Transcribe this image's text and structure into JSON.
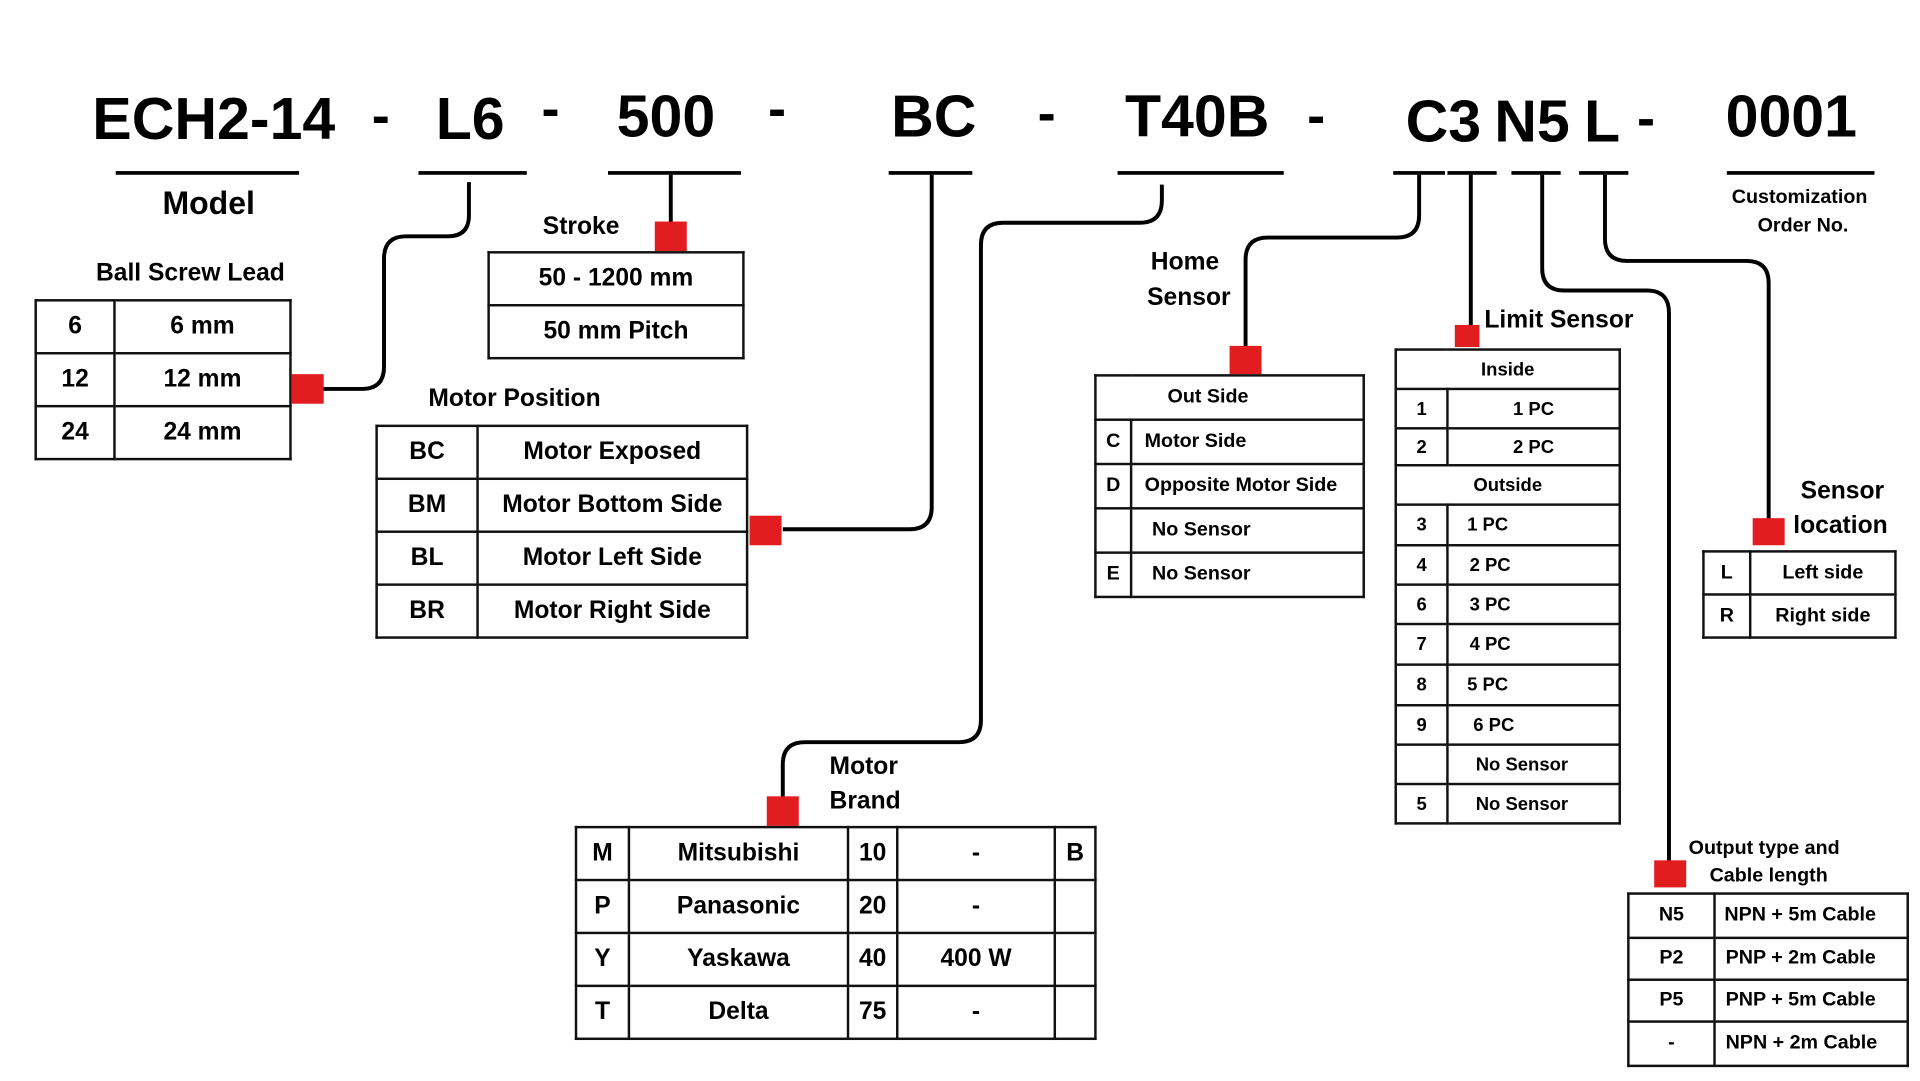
{
  "part_number": {
    "segments": [
      {
        "code": "ECH2-14",
        "label": "Model"
      },
      {
        "code": "L6"
      },
      {
        "code": "500"
      },
      {
        "code": "BC"
      },
      {
        "code": "T40B"
      },
      {
        "code": "C3"
      },
      {
        "code": "N5"
      },
      {
        "code": "L"
      },
      {
        "code": "0001",
        "label": "Customization Order No."
      }
    ],
    "separator": "-",
    "customization_label_line1": "Customization",
    "customization_label_line2": "Order No."
  },
  "ball_screw_lead": {
    "title": "Ball Screw Lead",
    "rows": [
      {
        "code": "6",
        "value": "6 mm"
      },
      {
        "code": "12",
        "value": "12 mm"
      },
      {
        "code": "24",
        "value": "24 mm"
      }
    ]
  },
  "stroke": {
    "title": "Stroke",
    "rows": [
      "50 - 1200 mm",
      "50 mm Pitch"
    ]
  },
  "motor_position": {
    "title": "Motor Position",
    "rows": [
      {
        "code": "BC",
        "value": "Motor Exposed"
      },
      {
        "code": "BM",
        "value": "Motor Bottom Side"
      },
      {
        "code": "BL",
        "value": "Motor Left Side"
      },
      {
        "code": "BR",
        "value": "Motor Right Side"
      }
    ]
  },
  "motor_brand": {
    "title_line1": "Motor",
    "title_line2": "Brand",
    "rows": [
      {
        "code": "M",
        "brand": "Mitsubishi",
        "size": "10",
        "power": "-",
        "brake": "B"
      },
      {
        "code": "P",
        "brand": "Panasonic",
        "size": "20",
        "power": "-",
        "brake": ""
      },
      {
        "code": "Y",
        "brand": "Yaskawa",
        "size": "40",
        "power": "400 W",
        "brake": ""
      },
      {
        "code": "T",
        "brand": "Delta",
        "size": "75",
        "power": "-",
        "brake": ""
      }
    ]
  },
  "home_sensor": {
    "title_line1": "Home",
    "title_line2": "Sensor",
    "header": "Out Side",
    "rows": [
      {
        "code": "C",
        "value": "Motor Side"
      },
      {
        "code": "D",
        "value": "Opposite Motor Side"
      },
      {
        "code": "",
        "value": "No Sensor"
      },
      {
        "code": "E",
        "value": "No Sensor"
      }
    ]
  },
  "limit_sensor": {
    "title": "Limit Sensor",
    "inside_header": "Inside",
    "inside_rows": [
      {
        "code": "1",
        "value": "1 PC"
      },
      {
        "code": "2",
        "value": "2 PC"
      }
    ],
    "outside_header": "Outside",
    "outside_rows": [
      {
        "code": "3",
        "value": "1 PC"
      },
      {
        "code": "4",
        "value": "2 PC"
      },
      {
        "code": "6",
        "value": "3 PC"
      },
      {
        "code": "7",
        "value": "4 PC"
      },
      {
        "code": "8",
        "value": "5 PC"
      },
      {
        "code": "9",
        "value": "6 PC"
      },
      {
        "code": "",
        "value": "No Sensor"
      },
      {
        "code": "5",
        "value": "No Sensor"
      }
    ]
  },
  "sensor_location": {
    "title_line1": "Sensor",
    "title_line2": "location",
    "rows": [
      {
        "code": "L",
        "value": "Left side"
      },
      {
        "code": "R",
        "value": "Right side"
      }
    ]
  },
  "output_type": {
    "title_line1": "Output type and",
    "title_line2": "Cable length",
    "rows": [
      {
        "code": "N5",
        "value": "NPN + 5m Cable"
      },
      {
        "code": "P2",
        "value": "PNP + 2m Cable"
      },
      {
        "code": "P5",
        "value": "PNP + 5m Cable"
      },
      {
        "code": "-",
        "value": "NPN + 2m Cable"
      }
    ]
  },
  "colors": {
    "connector": "#e21d1f",
    "ink": "#000000",
    "background": "#ffffff"
  }
}
